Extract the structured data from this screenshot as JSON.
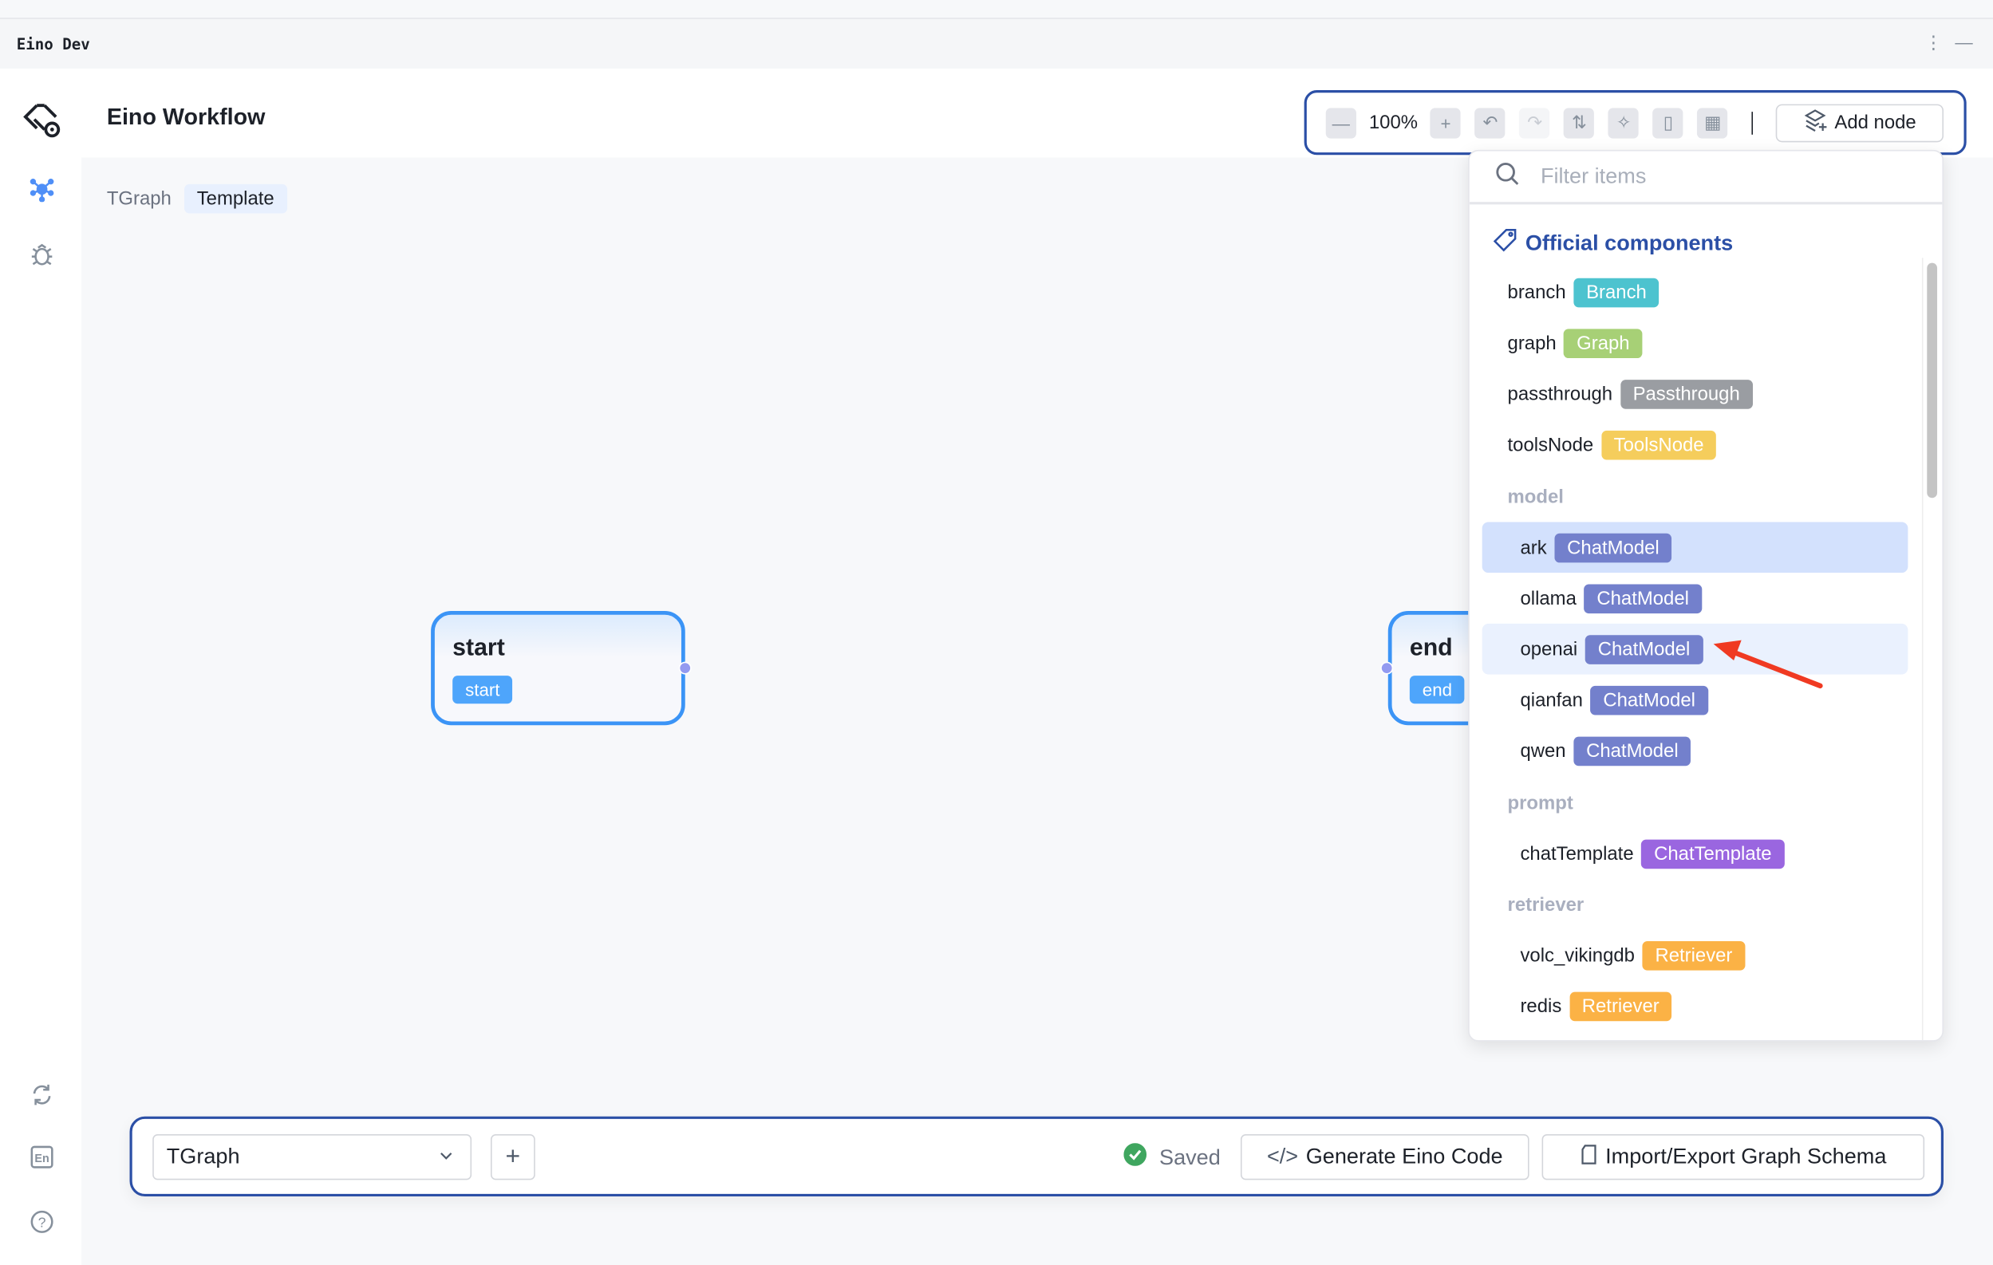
{
  "window": {
    "title": "Eino Dev"
  },
  "header": {
    "title": "Eino Workflow"
  },
  "breadcrumb": {
    "graph": "TGraph",
    "type": "Template"
  },
  "canvas": {
    "nodes": [
      {
        "title": "start",
        "badge": "start"
      },
      {
        "title": "end",
        "badge": "end"
      }
    ]
  },
  "toolbar": {
    "zoom": "100%",
    "add_node": "Add node"
  },
  "dropdown": {
    "placeholder": "Filter items",
    "group": "Official components",
    "top_items": [
      {
        "name": "branch",
        "badge": "Branch",
        "color": "#4dc3cf"
      },
      {
        "name": "graph",
        "badge": "Graph",
        "color": "#a7d076"
      },
      {
        "name": "passthrough",
        "badge": "Passthrough",
        "color": "#9a9da2"
      },
      {
        "name": "toolsNode",
        "badge": "ToolsNode",
        "color": "#f5cd5c"
      }
    ],
    "categories": {
      "model": "model",
      "prompt": "prompt",
      "retriever": "retriever"
    },
    "model_items": [
      {
        "name": "ark",
        "badge": "ChatModel",
        "color": "#7380cc"
      },
      {
        "name": "ollama",
        "badge": "ChatModel",
        "color": "#7380cc"
      },
      {
        "name": "openai",
        "badge": "ChatModel",
        "color": "#7380cc"
      },
      {
        "name": "qianfan",
        "badge": "ChatModel",
        "color": "#7380cc"
      },
      {
        "name": "qwen",
        "badge": "ChatModel",
        "color": "#7380cc"
      }
    ],
    "prompt_items": [
      {
        "name": "chatTemplate",
        "badge": "ChatTemplate",
        "color": "#9a66e0"
      }
    ],
    "retriever_items": [
      {
        "name": "volc_vikingdb",
        "badge": "Retriever",
        "color": "#fbb245"
      },
      {
        "name": "redis",
        "badge": "Retriever",
        "color": "#fbb245"
      }
    ]
  },
  "bottom": {
    "graph_select": "TGraph",
    "status": "Saved",
    "generate": "Generate Eino Code",
    "import_export": "Import/Export Graph Schema"
  },
  "colors": {
    "accent": "#2b4fa6",
    "node_border": "#3b94f6",
    "selected_row": "#d3e1fd",
    "arrow": "#f03a22",
    "saved": "#3fa65f"
  }
}
